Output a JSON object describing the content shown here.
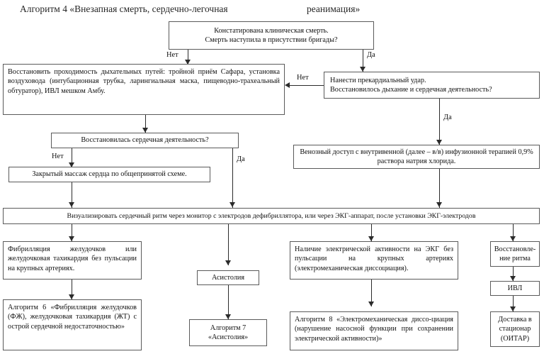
{
  "title": {
    "left": "Алгоритм 4 «Внезапная смерть, сердечно-легочная",
    "right": "реанимация»"
  },
  "nodes": {
    "clinical_death": {
      "line1": "Констатирована клиническая смерть.",
      "line2": "Смерть наступила в присутствии бригады?"
    },
    "airway": "Восстановить проходимость дыхательных путей: тройной приём Сафара, установка воздуховода (интубационная трубка, ларингиальная маска, пищеводно-трахеальный обтуратор), ИВЛ мешком Амбу.",
    "precordial": {
      "line1": "Нанести прекардиальный удар.",
      "line2": "Восстановилось дыхание и сердечная деятельность?"
    },
    "cardiac_restored": "Восстановилась сердечная деятельность?",
    "venous_access": "Венозный доступ с внутривенной (далее – в/в) инфузионной терапией 0,9% раствора натрия хлорида.",
    "closed_massage": "Закрытый массаж сердца по общепринятой схеме.",
    "visualize_rhythm": "Визуализировать сердечный ритм через монитор с электродов дефибриллятора, или через ЭКГ-аппарат, после установки ЭКГ-электродов",
    "vfib": "Фибрилляция желудочков или желудочковая тахикардия без пульсации на крупных артериях.",
    "asystole": "Асистолия",
    "emd": "Наличие электрической активности на ЭКГ без пульсации на крупных артериях (электромеханическая диссоциация).",
    "rhythm_restored": "Восстановле-ние ритма",
    "algorithm6": "Алгоритм 6 «Фибрилляция желудочков (ФЖ), желудочковая тахикардия (ЖТ) с острой сердечной недостаточностью»",
    "algorithm7": {
      "line1": "Алгоритм 7",
      "line2": "«Асистолия»"
    },
    "algorithm8": "Алгоритм 8 «Электромеханическая диссо-циация (нарушение насосной функции при сохранении электрической активности)»",
    "ivl": "ИВЛ",
    "delivery": {
      "line1": "Доставка в",
      "line2": "стационар",
      "line3": "(ОИТАР)"
    }
  },
  "edge_labels": {
    "no_1": "Нет",
    "yes_1": "Да",
    "no_2": "Нет",
    "yes_2": "Да",
    "no_3": "Нет",
    "yes_3": "Да"
  },
  "colors": {
    "box_border": "#5a5a5a",
    "line": "#2b2b2b",
    "text": "#111111",
    "background": "#ffffff"
  }
}
